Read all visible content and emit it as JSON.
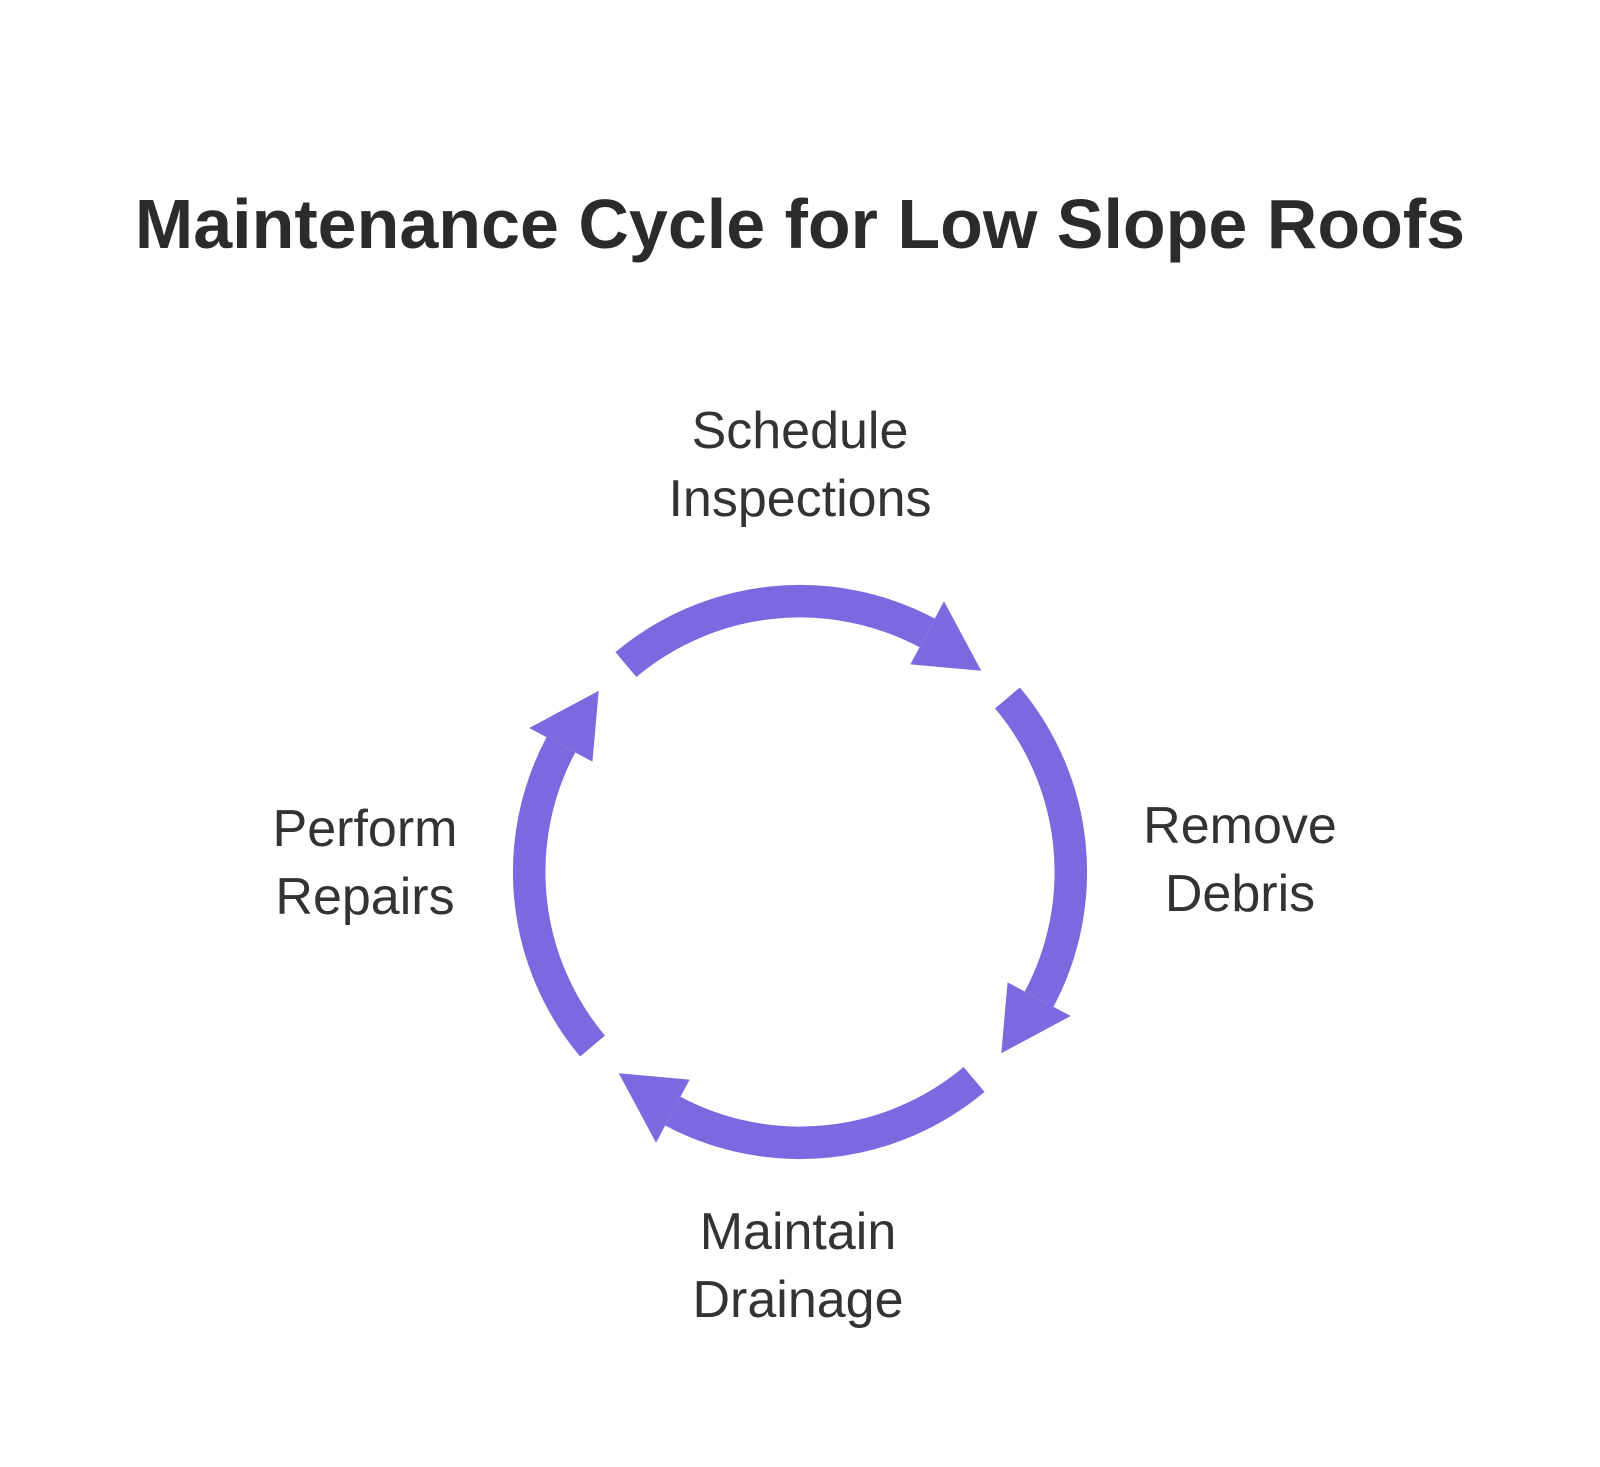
{
  "title": "Maintenance Cycle for Low Slope Roofs",
  "diagram": {
    "type": "cycle",
    "direction": "clockwise",
    "steps": [
      {
        "id": "schedule-inspections",
        "label": "Schedule\nInspections",
        "position": "top"
      },
      {
        "id": "remove-debris",
        "label": "Remove\nDebris",
        "position": "right"
      },
      {
        "id": "maintain-drainage",
        "label": "Maintain\nDrainage",
        "position": "bottom"
      },
      {
        "id": "perform-repairs",
        "label": "Perform\nRepairs",
        "position": "left"
      }
    ],
    "colors": {
      "arrow": "#7c68df",
      "title_text": "#2b2b2b",
      "label_text": "#333333",
      "background": "#ffffff"
    }
  }
}
